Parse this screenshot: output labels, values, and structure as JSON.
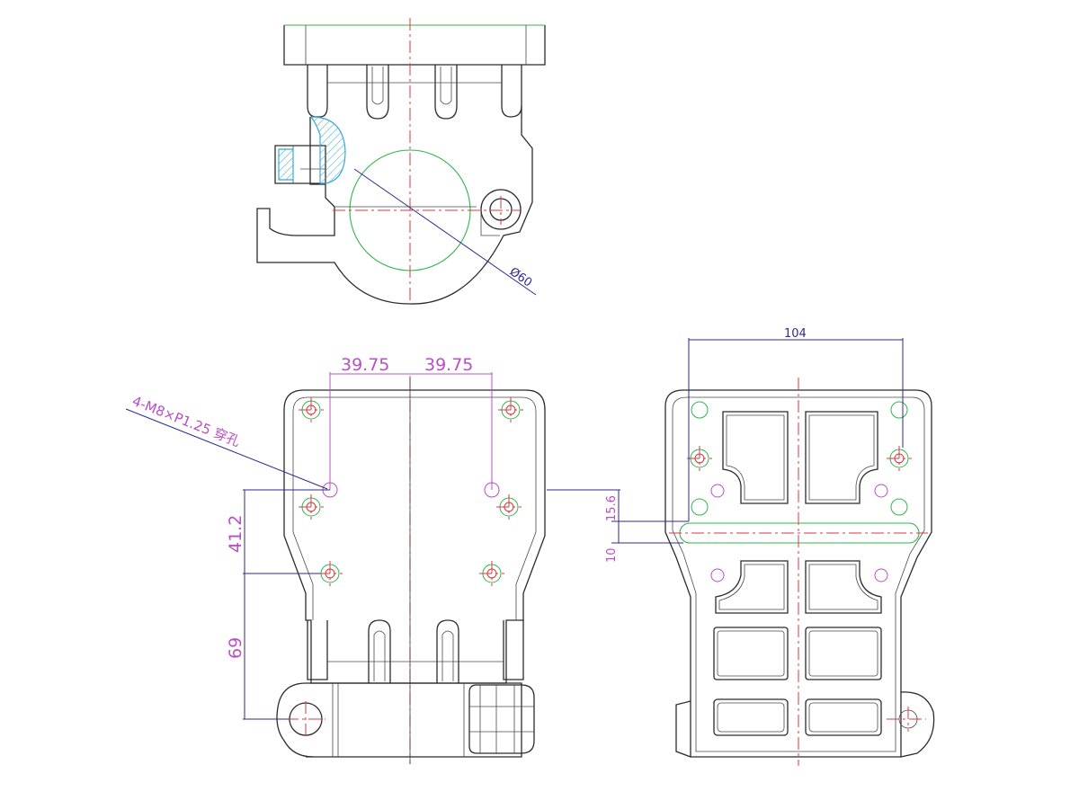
{
  "drawing": {
    "top_view": {
      "diameter_label": "Ø60"
    },
    "front_view": {
      "dim_half_left": "39.75",
      "dim_half_right": "39.75",
      "dim_vertical_upper": "41.2",
      "dim_vertical_lower": "69",
      "hole_note": "4-M8×P1.25 穿孔"
    },
    "side_view": {
      "dim_width": "104",
      "dim_slot_offset": "15.6",
      "dim_slot_width": "10"
    }
  }
}
